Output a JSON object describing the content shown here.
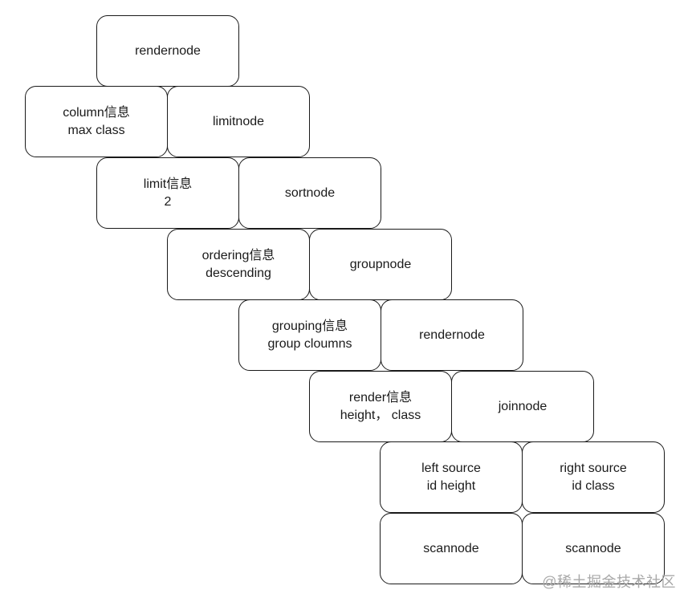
{
  "nodes": [
    {
      "id": "rendernode-top",
      "lines": [
        "rendernode"
      ]
    },
    {
      "id": "column-info",
      "lines": [
        "column信息",
        "max class"
      ]
    },
    {
      "id": "limitnode",
      "lines": [
        "limitnode"
      ]
    },
    {
      "id": "limit-info",
      "lines": [
        "limit信息",
        "2"
      ]
    },
    {
      "id": "sortnode",
      "lines": [
        "sortnode"
      ]
    },
    {
      "id": "ordering-info",
      "lines": [
        "ordering信息",
        "descending"
      ]
    },
    {
      "id": "groupnode",
      "lines": [
        "groupnode"
      ]
    },
    {
      "id": "grouping-info",
      "lines": [
        "grouping信息",
        "group cloumns"
      ]
    },
    {
      "id": "rendernode-mid",
      "lines": [
        "rendernode"
      ]
    },
    {
      "id": "render-info",
      "lines": [
        "render信息",
        "height， class"
      ]
    },
    {
      "id": "joinnode",
      "lines": [
        "joinnode"
      ]
    },
    {
      "id": "left-source",
      "lines": [
        "left source",
        "id height"
      ]
    },
    {
      "id": "right-source",
      "lines": [
        "right source",
        "id class"
      ]
    },
    {
      "id": "scannode-left",
      "lines": [
        "scannode"
      ]
    },
    {
      "id": "scannode-right",
      "lines": [
        "scannode"
      ]
    }
  ],
  "watermark": "@稀土掘金技术社区",
  "colors": {
    "border": "#1a1a1a",
    "text": "#1a1a1a",
    "background": "#ffffff",
    "watermark": "#a8a8a8"
  }
}
